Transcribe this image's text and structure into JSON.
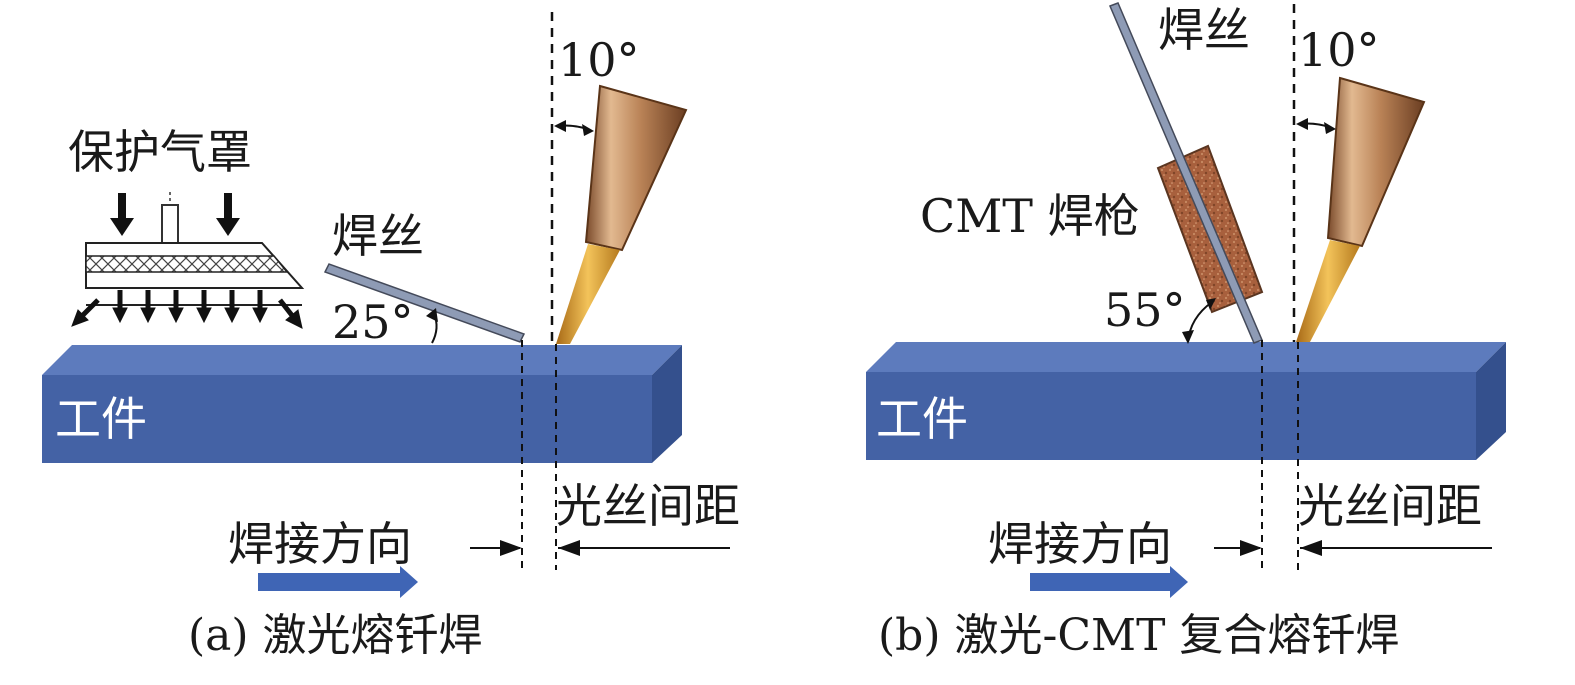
{
  "panel_a": {
    "label_angle_laser": "10°",
    "label_gas_shield": "保护气罩",
    "label_wire": "焊丝",
    "label_angle_wire": "25°",
    "label_workpiece": "工件",
    "label_gap": "光丝间距",
    "label_direction": "焊接方向",
    "caption": "(a) 激光熔钎焊"
  },
  "panel_b": {
    "label_wire": "焊丝",
    "label_angle_laser": "10°",
    "label_torch": "CMT 焊枪",
    "label_angle_torch": "55°",
    "label_workpiece": "工件",
    "label_gap": "光丝间距",
    "label_direction": "焊接方向",
    "caption": "(b) 激光-CMT 复合熔钎焊"
  },
  "colors": {
    "workpiece_front": "#4462a5",
    "workpiece_top": "#5d7bbd",
    "workpiece_side": "#34508d",
    "wire": "#8e9bb5",
    "torch": "#a8603d",
    "nozzle": "#c9935f",
    "arrow_blue": "#3f65b5"
  }
}
